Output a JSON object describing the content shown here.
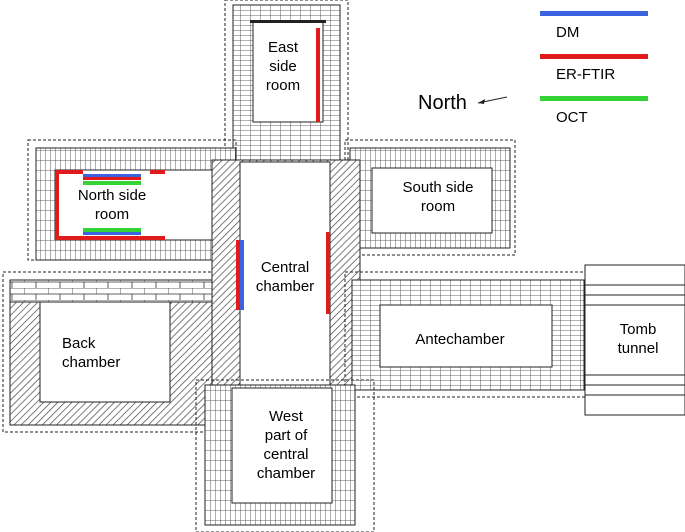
{
  "rooms": {
    "east_side_room": "East\nside\nroom",
    "north_side_room": "North side\nroom",
    "south_side_room": "South side\nroom",
    "central_chamber": "Central\nchamber",
    "back_chamber": "Back\nchamber",
    "antechamber": "Antechamber",
    "tomb_tunnel": "Tomb\ntunnel",
    "west_part": "West\npart of\ncentral\nchamber"
  },
  "legend": [
    {
      "label": "DM",
      "color": "#3b63e0"
    },
    {
      "label": "ER-FTIR",
      "color": "#e01b1b"
    },
    {
      "label": "OCT",
      "color": "#36d336"
    }
  ],
  "compass": {
    "label": "North"
  },
  "colors": {
    "wall": "#ffffff",
    "hatch": "#555555",
    "outline": "#222222"
  }
}
